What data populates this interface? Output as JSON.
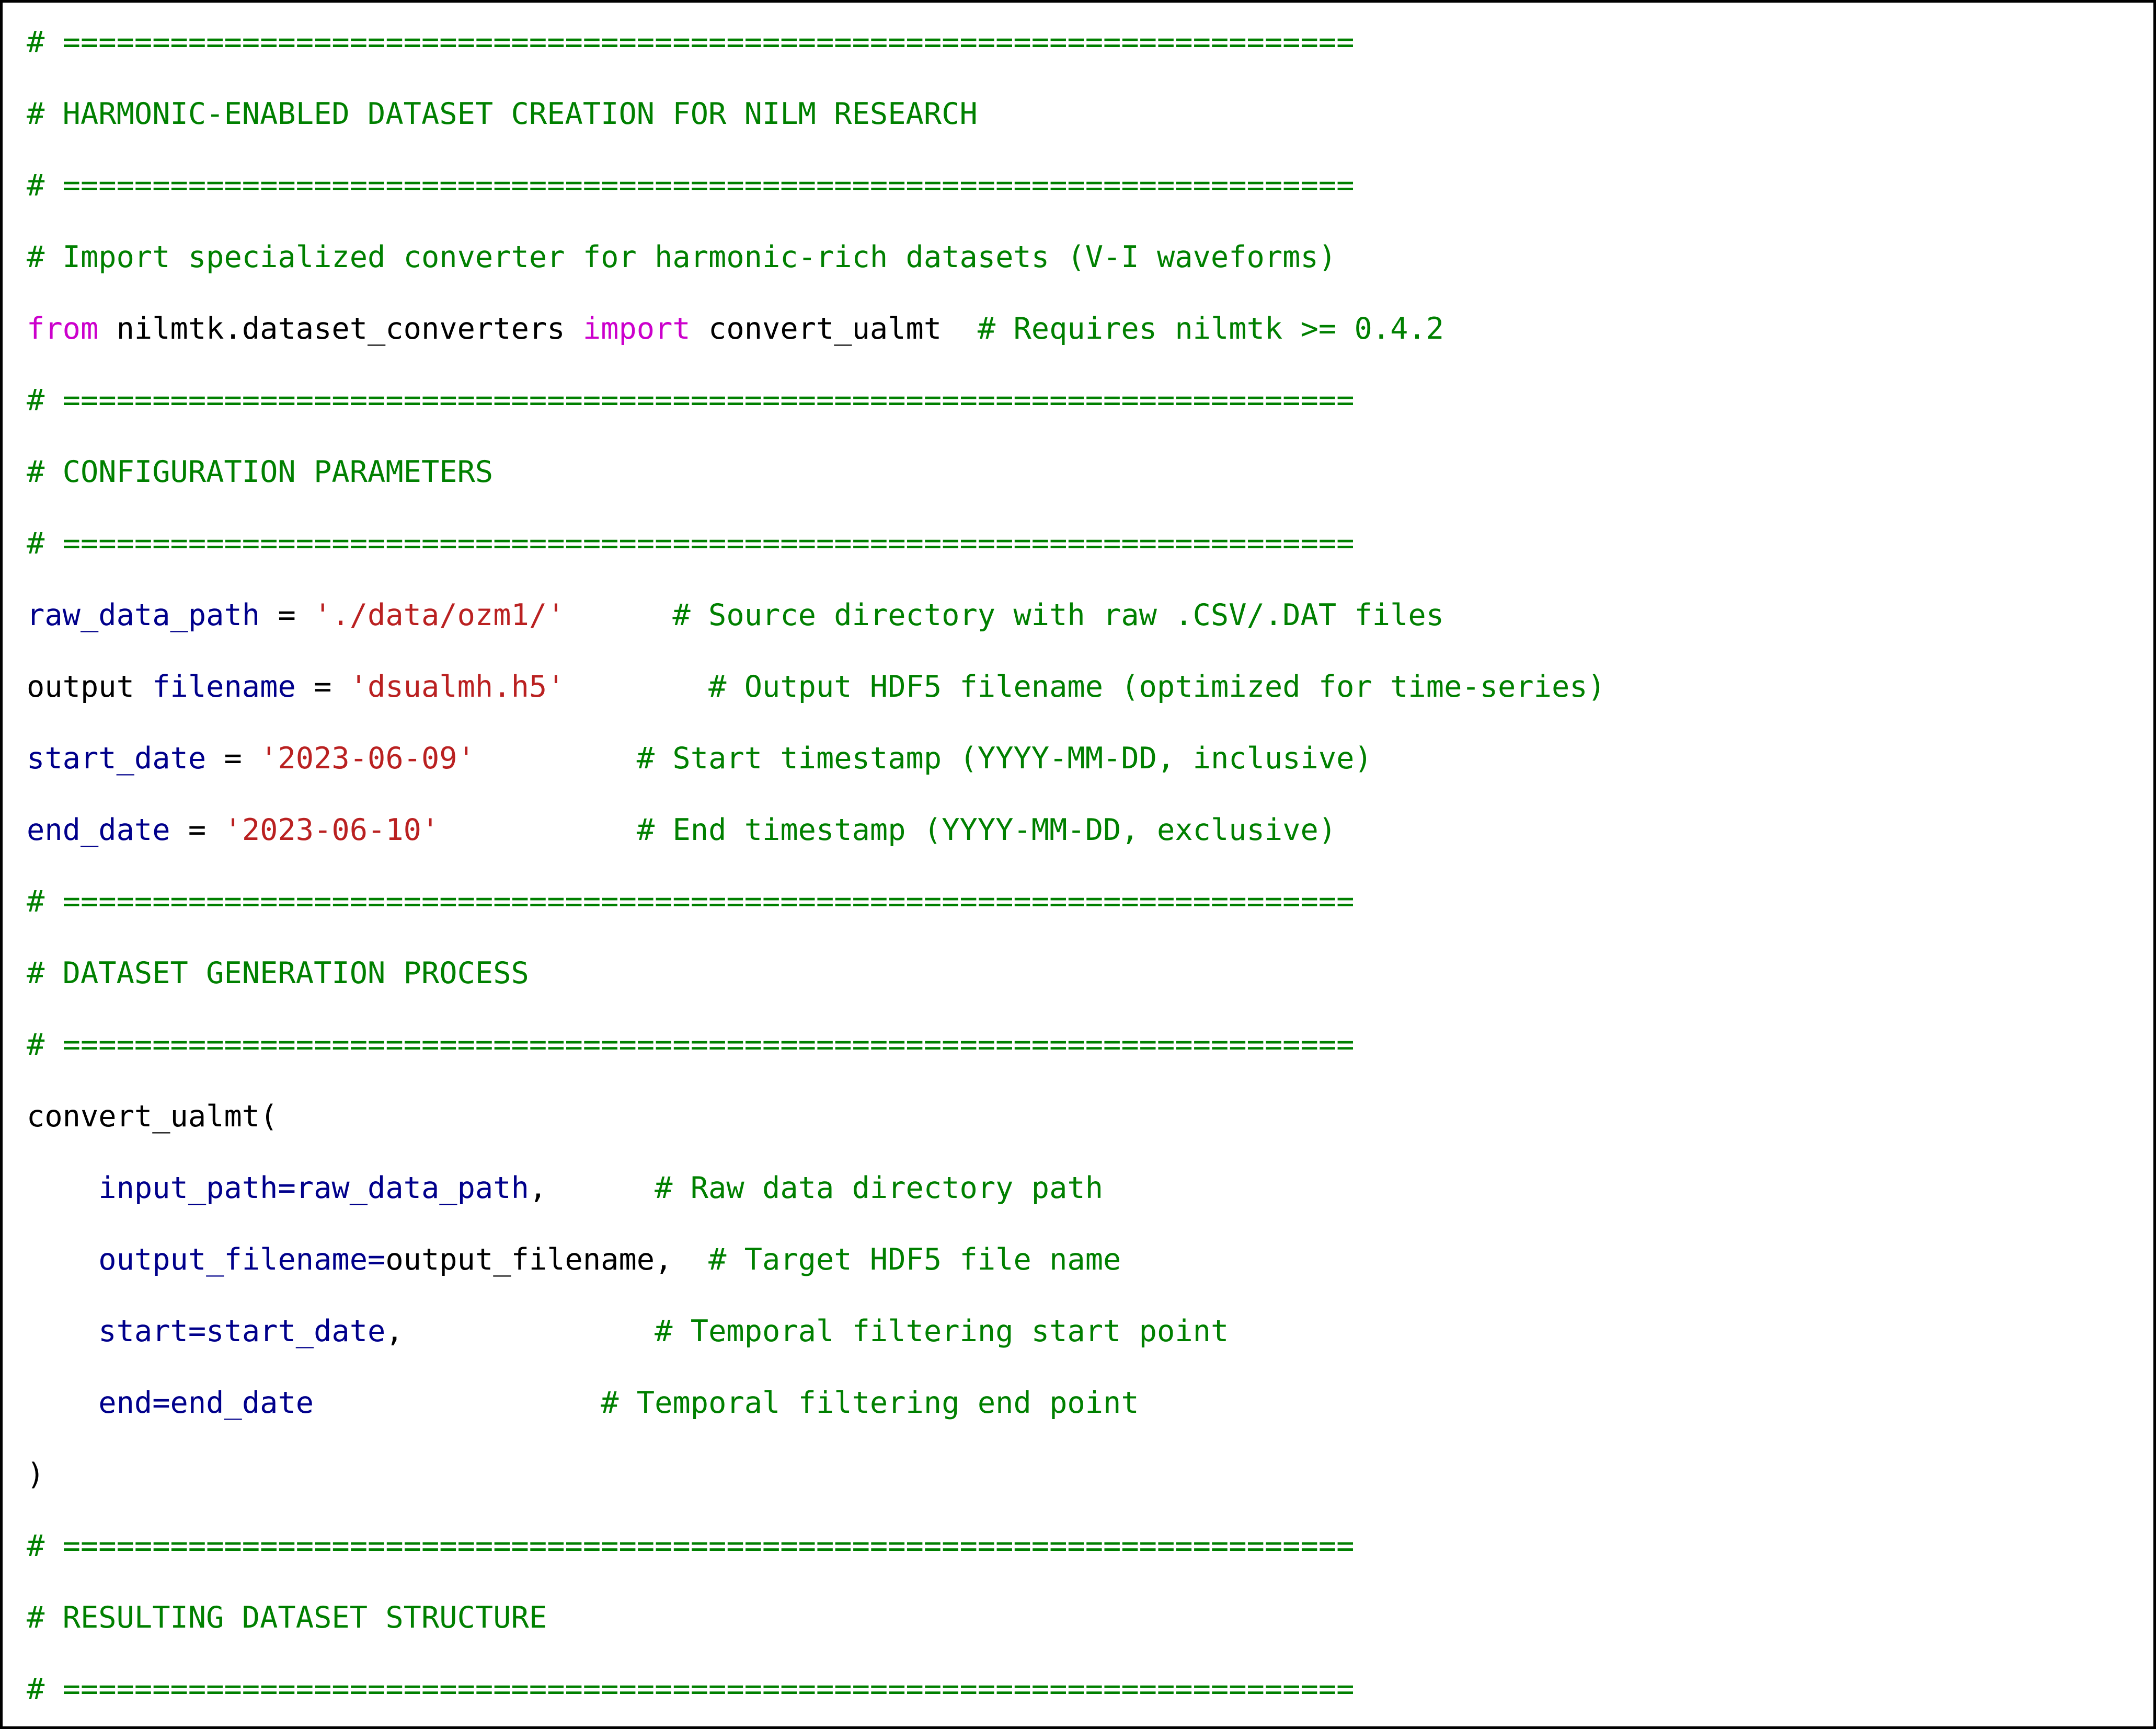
{
  "editor": {
    "language": "python",
    "border_color": "#000000",
    "background_color": "#ffffff",
    "syntax_colors": {
      "comment": "#008000",
      "keyword": "#CC00CC",
      "name": "#00008B",
      "string": "#BA2121",
      "plain": "#000000"
    },
    "separator_rule": "# ========================================================================",
    "lines": [
      {
        "index": 1,
        "name": "separator-top",
        "tokens": [
          {
            "cls": "c",
            "text": "# ========================================================================"
          }
        ]
      },
      {
        "index": 2,
        "name": "section-title-harmonic",
        "tokens": [
          {
            "cls": "c",
            "text": "# HARMONIC-ENABLED DATASET CREATION FOR NILM RESEARCH"
          }
        ]
      },
      {
        "index": 3,
        "name": "separator-under-title",
        "tokens": [
          {
            "cls": "c",
            "text": "# ========================================================================"
          }
        ]
      },
      {
        "index": 4,
        "name": "comment-import-description",
        "tokens": [
          {
            "cls": "c",
            "text": "# Import specialized converter for harmonic-rich datasets (V-I waveforms)"
          }
        ]
      },
      {
        "index": 5,
        "name": "import-statement",
        "tokens": [
          {
            "cls": "k",
            "text": "from"
          },
          {
            "cls": "o",
            "text": " nilmtk.dataset_converters "
          },
          {
            "cls": "k",
            "text": "import"
          },
          {
            "cls": "o",
            "text": " convert_ualmt  "
          },
          {
            "cls": "c",
            "text": "# Requires nilmtk >= 0.4.2"
          }
        ]
      },
      {
        "index": 6,
        "name": "separator-above-config",
        "tokens": [
          {
            "cls": "c",
            "text": "# ========================================================================"
          }
        ]
      },
      {
        "index": 7,
        "name": "section-title-config",
        "tokens": [
          {
            "cls": "c",
            "text": "# CONFIGURATION PARAMETERS"
          }
        ]
      },
      {
        "index": 8,
        "name": "separator-under-config",
        "tokens": [
          {
            "cls": "c",
            "text": "# ========================================================================"
          }
        ]
      },
      {
        "index": 9,
        "name": "assign-raw-data-path",
        "tokens": [
          {
            "cls": "n",
            "text": "raw_data_path"
          },
          {
            "cls": "o",
            "text": " = "
          },
          {
            "cls": "s",
            "text": "'./data/ozm1/'"
          },
          {
            "cls": "o",
            "text": "      "
          },
          {
            "cls": "c",
            "text": "# Source directory with raw .CSV/.DAT files"
          }
        ]
      },
      {
        "index": 10,
        "name": "assign-output-filename",
        "tokens": [
          {
            "cls": "o",
            "text": "output"
          },
          {
            "cls": "n",
            "text": " filename"
          },
          {
            "cls": "o",
            "text": " = "
          },
          {
            "cls": "s",
            "text": "'dsualmh.h5'"
          },
          {
            "cls": "o",
            "text": "        "
          },
          {
            "cls": "c",
            "text": "# Output HDF5 filename (optimized for time-series)"
          }
        ]
      },
      {
        "index": 11,
        "name": "assign-start-date",
        "tokens": [
          {
            "cls": "n",
            "text": "start_date"
          },
          {
            "cls": "o",
            "text": " = "
          },
          {
            "cls": "s",
            "text": "'2023-06-09'"
          },
          {
            "cls": "o",
            "text": "         "
          },
          {
            "cls": "c",
            "text": "# Start timestamp (YYYY-MM-DD, inclusive)"
          }
        ]
      },
      {
        "index": 12,
        "name": "assign-end-date",
        "tokens": [
          {
            "cls": "n",
            "text": "end_date"
          },
          {
            "cls": "o",
            "text": " = "
          },
          {
            "cls": "s",
            "text": "'2023-06-10'"
          },
          {
            "cls": "o",
            "text": "           "
          },
          {
            "cls": "c",
            "text": "# End timestamp (YYYY-MM-DD, exclusive)"
          }
        ]
      },
      {
        "index": 13,
        "name": "separator-above-generation",
        "tokens": [
          {
            "cls": "c",
            "text": "# ========================================================================"
          }
        ]
      },
      {
        "index": 14,
        "name": "section-title-generation",
        "tokens": [
          {
            "cls": "c",
            "text": "# DATASET GENERATION PROCESS"
          }
        ]
      },
      {
        "index": 15,
        "name": "separator-under-generation",
        "tokens": [
          {
            "cls": "c",
            "text": "# ========================================================================"
          }
        ]
      },
      {
        "index": 16,
        "name": "call-convert-ualmt-open",
        "tokens": [
          {
            "cls": "o",
            "text": "convert_ualmt("
          }
        ]
      },
      {
        "index": 17,
        "name": "arg-input-path",
        "tokens": [
          {
            "cls": "o",
            "text": "    "
          },
          {
            "cls": "n",
            "text": "input_path=raw_data_path"
          },
          {
            "cls": "o",
            "text": ",      "
          },
          {
            "cls": "c",
            "text": "# Raw data directory path"
          }
        ]
      },
      {
        "index": 18,
        "name": "arg-output-filename",
        "tokens": [
          {
            "cls": "o",
            "text": "    "
          },
          {
            "cls": "n",
            "text": "output_filename="
          },
          {
            "cls": "o",
            "text": "output_filename,  "
          },
          {
            "cls": "c",
            "text": "# Target HDF5 file name"
          }
        ]
      },
      {
        "index": 19,
        "name": "arg-start",
        "tokens": [
          {
            "cls": "o",
            "text": "    "
          },
          {
            "cls": "n",
            "text": "start=start_date"
          },
          {
            "cls": "o",
            "text": ",              "
          },
          {
            "cls": "c",
            "text": "# Temporal filtering start point"
          }
        ]
      },
      {
        "index": 20,
        "name": "arg-end",
        "tokens": [
          {
            "cls": "o",
            "text": "    "
          },
          {
            "cls": "n",
            "text": "end=end_date"
          },
          {
            "cls": "o",
            "text": "                "
          },
          {
            "cls": "c",
            "text": "# Temporal filtering end point"
          }
        ]
      },
      {
        "index": 21,
        "name": "call-convert-ualmt-close",
        "tokens": [
          {
            "cls": "o",
            "text": ")"
          }
        ]
      },
      {
        "index": 22,
        "name": "separator-above-structure",
        "tokens": [
          {
            "cls": "c",
            "text": "# ========================================================================"
          }
        ]
      },
      {
        "index": 23,
        "name": "section-title-structure",
        "tokens": [
          {
            "cls": "c",
            "text": "# RESULTING DATASET STRUCTURE"
          }
        ]
      },
      {
        "index": 24,
        "name": "separator-bottom",
        "tokens": [
          {
            "cls": "c",
            "text": "# ========================================================================"
          }
        ]
      }
    ]
  }
}
